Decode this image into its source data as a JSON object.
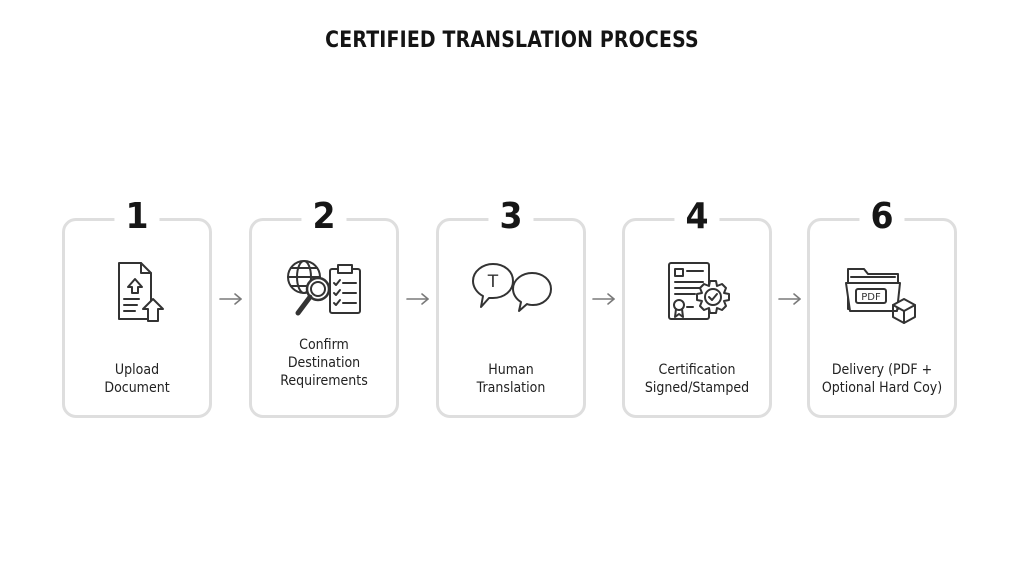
{
  "title": "CERTIFIED TRANSLATION PROCESS",
  "steps": [
    {
      "number": "1",
      "label": "Upload\nDocument",
      "icon": "document-upload-icon"
    },
    {
      "number": "2",
      "label": "Confirm\nDestination\nRequirements",
      "icon": "globe-magnifier-checklist-icon"
    },
    {
      "number": "3",
      "label": "Human\nTranslation",
      "icon": "speech-bubbles-icon"
    },
    {
      "number": "4",
      "label": "Certification\nSigned/Stamped",
      "icon": "certificate-gear-icon"
    },
    {
      "number": "6",
      "label": "Delivery (PDF +\nOptional Hard Coy)",
      "icon": "folder-pdf-box-icon"
    }
  ],
  "icon_text": {
    "step3": "T",
    "step5": "PDF"
  },
  "colors": {
    "card_border": "#dedede",
    "text": "#1a1a1a",
    "icon_stroke": "#333333",
    "arrow": "#7a7a7a"
  }
}
